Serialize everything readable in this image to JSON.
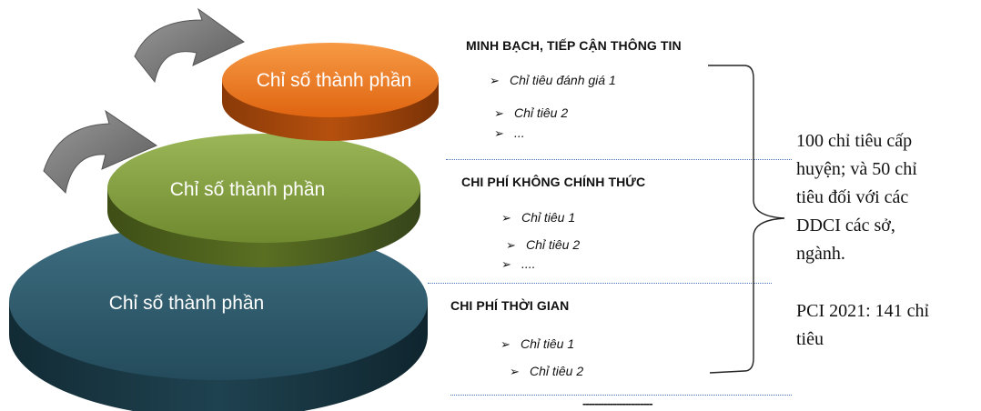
{
  "disks": {
    "top": {
      "label": "Chỉ số thành phần",
      "color": "#e3701b"
    },
    "middle": {
      "label": "Chỉ số thành phần",
      "color": "#7e9b3a"
    },
    "bottom": {
      "label": "Chỉ số thành phần",
      "color": "#2e5a6b"
    }
  },
  "sections": [
    {
      "title": "MINH BẠCH, TIẾP CẬN THÔNG TIN",
      "items": [
        "Chỉ tiêu đánh giá 1",
        "Chỉ tiêu 2",
        "..."
      ]
    },
    {
      "title": "CHI PHÍ KHÔNG CHÍNH THỨC",
      "items": [
        "Chỉ tiêu 1",
        "Chỉ tiêu 2",
        "...."
      ]
    },
    {
      "title": "CHI PHÍ THỜI GIAN",
      "items": [
        "Chỉ tiêu 1",
        "Chỉ tiêu 2"
      ]
    }
  ],
  "bullet_symbol": "➢",
  "note": {
    "line1": "100 chỉ tiêu cấp",
    "line2": "huyện; và 50 chỉ",
    "line3": "tiêu đối với các",
    "line4": "DDCI các sở,",
    "line5": "ngành.",
    "pci_line1": "PCI 2021: 141 chỉ",
    "pci_line2": "tiêu"
  },
  "bottom_dashes": "-----------------------"
}
